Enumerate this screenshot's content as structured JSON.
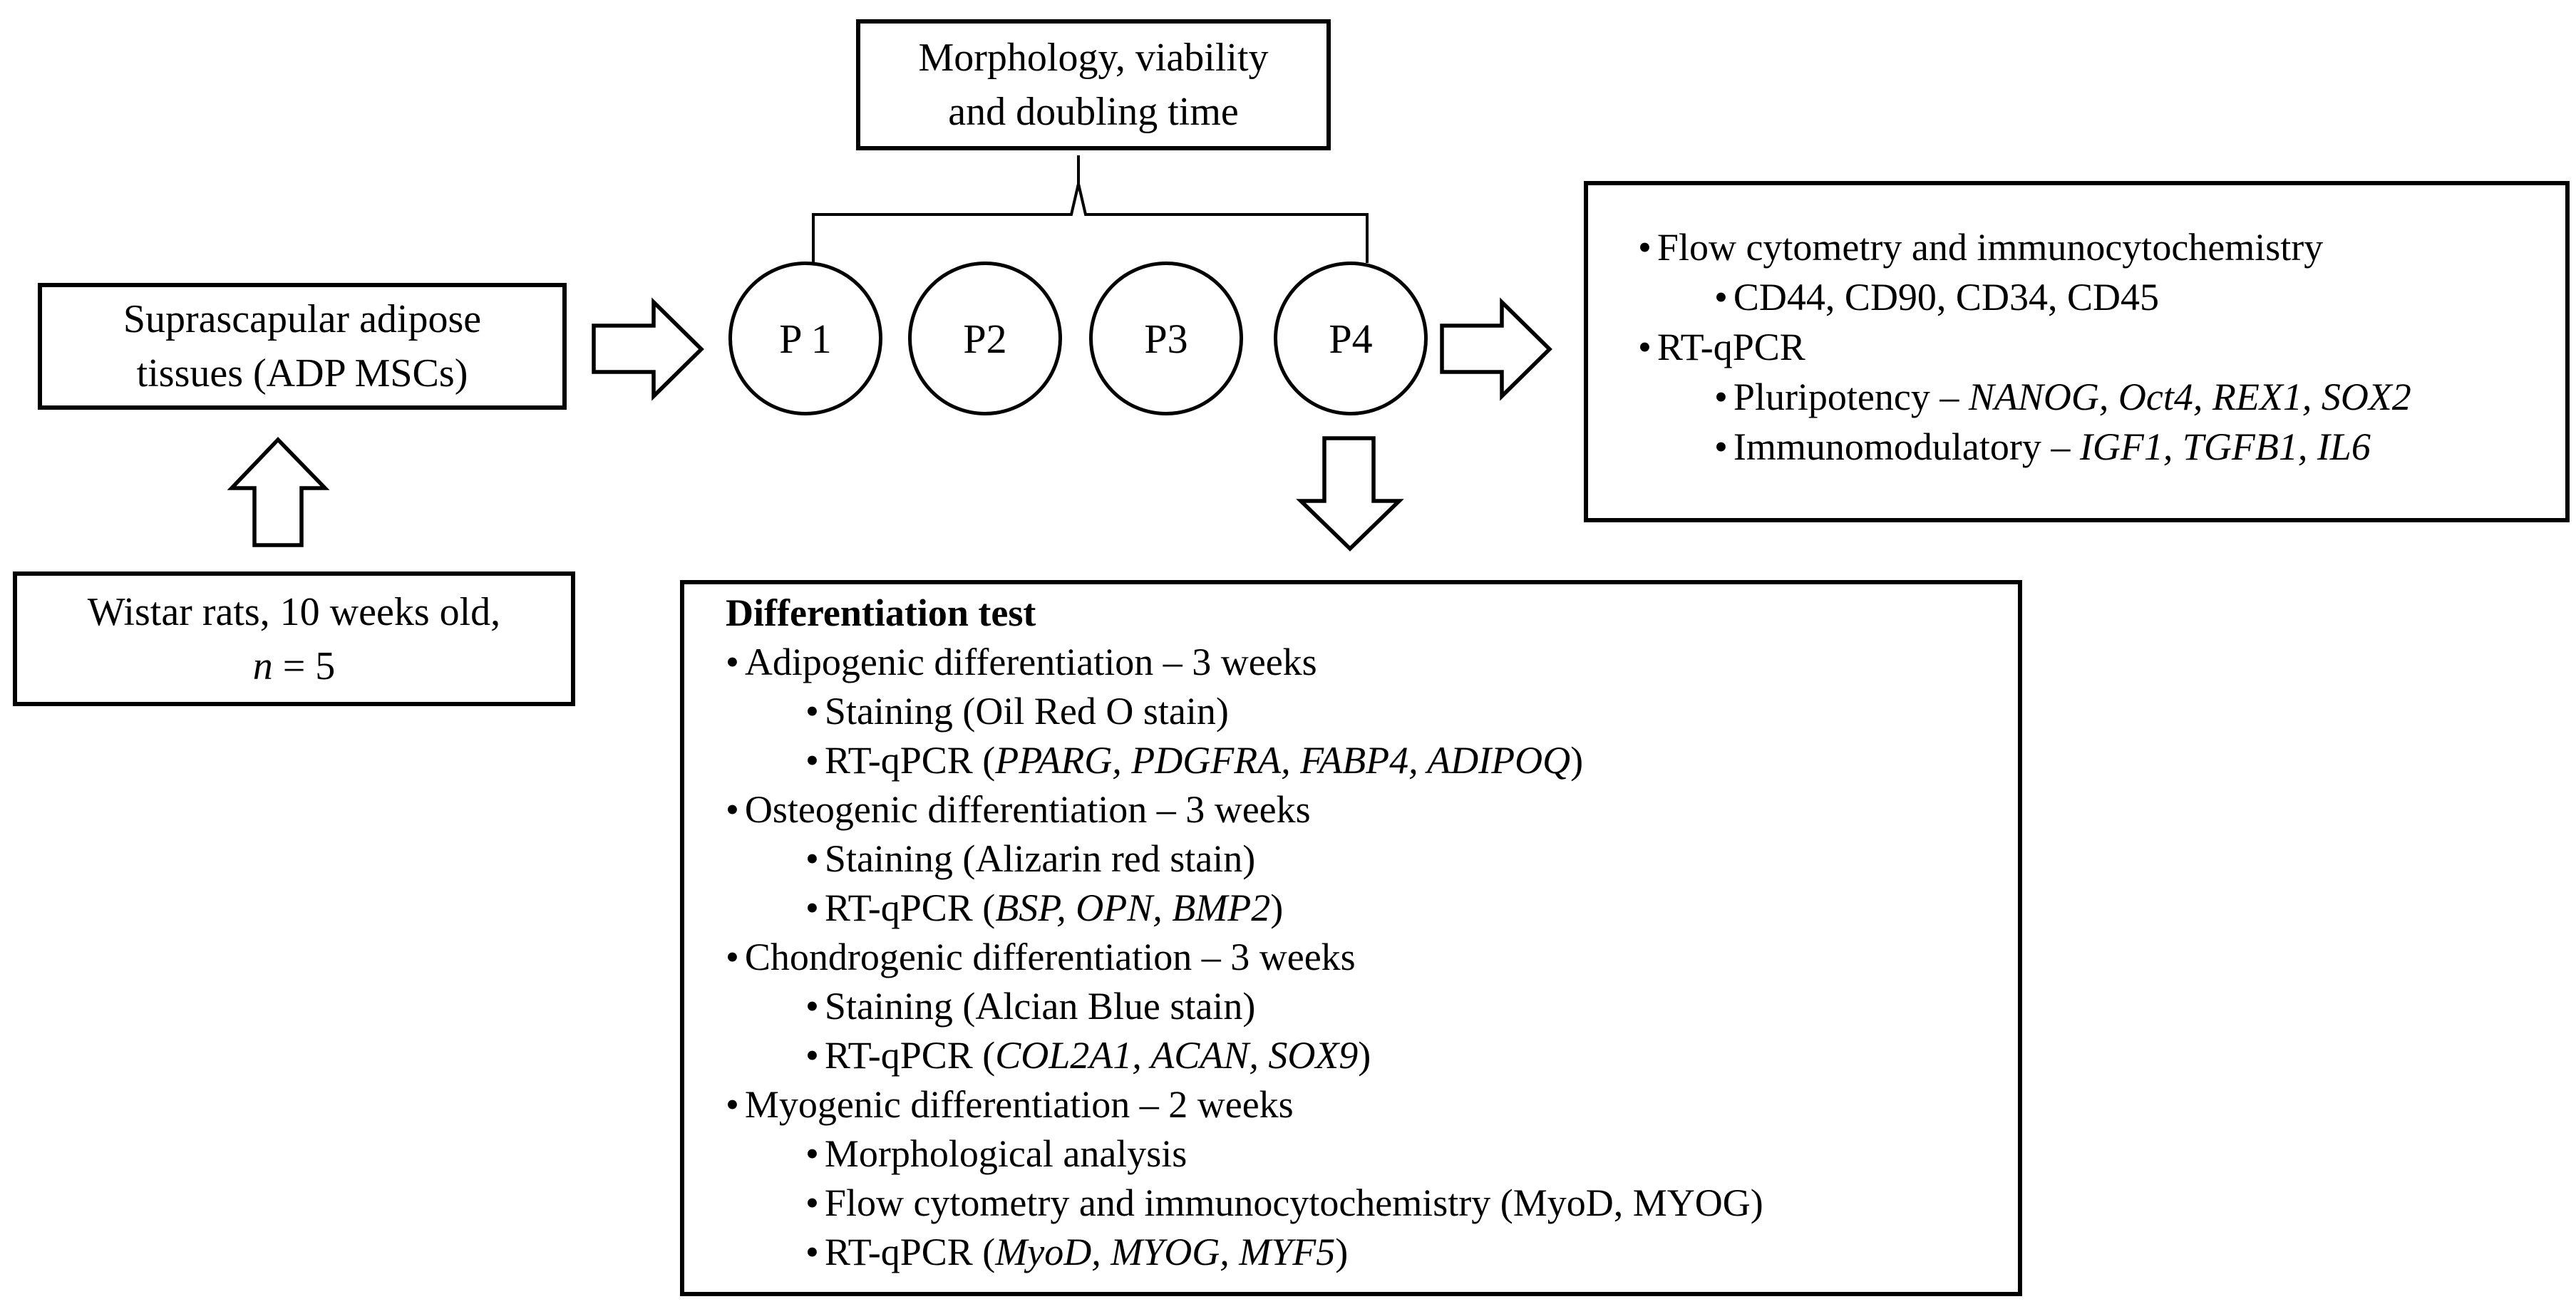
{
  "colors": {
    "ink": "#000000",
    "background": "#ffffff"
  },
  "connectors": {
    "brace": "horizontal-curly-brace",
    "up_arrow": "hollow-up-arrow",
    "right_arrow_1": "hollow-right-arrow",
    "right_arrow_2": "hollow-right-arrow",
    "down_arrow": "hollow-down-arrow"
  },
  "passages": [
    "P 1",
    "P2",
    "P3",
    "P4"
  ],
  "morphology_box": {
    "lines": [
      {
        "indent": 0,
        "bullet": false,
        "segments": [
          {
            "t": "Morphology, viability"
          }
        ]
      },
      {
        "indent": 0,
        "bullet": false,
        "segments": [
          {
            "t": "and doubling time"
          }
        ]
      }
    ]
  },
  "adipose_box": {
    "lines": [
      {
        "indent": 0,
        "bullet": false,
        "segments": [
          {
            "t": "Suprascapular adipose"
          }
        ]
      },
      {
        "indent": 0,
        "bullet": false,
        "segments": [
          {
            "t": "tissues (ADP MSCs)"
          }
        ]
      }
    ]
  },
  "wistar_box": {
    "lines": [
      {
        "indent": 0,
        "bullet": false,
        "segments": [
          {
            "t": "Wistar rats, 10 weeks old,"
          }
        ]
      },
      {
        "indent": 0,
        "bullet": false,
        "segments": [
          {
            "t": "n",
            "i": true
          },
          {
            "t": " = 5"
          }
        ]
      }
    ]
  },
  "characterization_box": {
    "lines": [
      {
        "indent": 1,
        "bullet": true,
        "segments": [
          {
            "t": "Flow cytometry and immunocytochemistry"
          }
        ]
      },
      {
        "indent": 2,
        "bullet": true,
        "segments": [
          {
            "t": "CD44, CD90, CD34, CD45"
          }
        ]
      },
      {
        "indent": 1,
        "bullet": true,
        "segments": [
          {
            "t": "RT-qPCR"
          }
        ]
      },
      {
        "indent": 2,
        "bullet": true,
        "segments": [
          {
            "t": "Pluripotency – "
          },
          {
            "t": "NANOG, Oct4, REX1, SOX2",
            "i": true
          }
        ]
      },
      {
        "indent": 2,
        "bullet": true,
        "segments": [
          {
            "t": "Immunomodulatory – "
          },
          {
            "t": "IGF1, TGFB1, IL6",
            "i": true
          }
        ]
      }
    ]
  },
  "differentiation_box": {
    "lines": [
      {
        "indent": 0,
        "bullet": false,
        "segments": [
          {
            "t": "Differentiation test",
            "b": true
          }
        ]
      },
      {
        "indent": 1,
        "bullet": true,
        "segments": [
          {
            "t": "Adipogenic differentiation – 3 weeks"
          }
        ]
      },
      {
        "indent": 2,
        "bullet": true,
        "segments": [
          {
            "t": "Staining (Oil Red O stain)"
          }
        ]
      },
      {
        "indent": 2,
        "bullet": true,
        "segments": [
          {
            "t": "RT-qPCR ("
          },
          {
            "t": "PPARG, PDGFRA, FABP4, ADIPOQ",
            "i": true
          },
          {
            "t": ")"
          }
        ]
      },
      {
        "indent": 1,
        "bullet": true,
        "segments": [
          {
            "t": "Osteogenic differentiation – 3 weeks"
          }
        ]
      },
      {
        "indent": 2,
        "bullet": true,
        "segments": [
          {
            "t": "Staining (Alizarin red stain)"
          }
        ]
      },
      {
        "indent": 2,
        "bullet": true,
        "segments": [
          {
            "t": "RT-qPCR ("
          },
          {
            "t": "BSP, OPN, BMP2",
            "i": true
          },
          {
            "t": ")"
          }
        ]
      },
      {
        "indent": 1,
        "bullet": true,
        "segments": [
          {
            "t": "Chondrogenic differentiation – 3 weeks"
          }
        ]
      },
      {
        "indent": 2,
        "bullet": true,
        "segments": [
          {
            "t": "Staining (Alcian Blue stain)"
          }
        ]
      },
      {
        "indent": 2,
        "bullet": true,
        "segments": [
          {
            "t": "RT-qPCR ("
          },
          {
            "t": "COL2A1, ACAN, SOX9",
            "i": true
          },
          {
            "t": ")"
          }
        ]
      },
      {
        "indent": 1,
        "bullet": true,
        "segments": [
          {
            "t": "Myogenic differentiation – 2 weeks"
          }
        ]
      },
      {
        "indent": 2,
        "bullet": true,
        "segments": [
          {
            "t": "Morphological analysis"
          }
        ]
      },
      {
        "indent": 2,
        "bullet": true,
        "segments": [
          {
            "t": "Flow cytometry and immunocytochemistry (MyoD, MYOG)"
          }
        ]
      },
      {
        "indent": 2,
        "bullet": true,
        "segments": [
          {
            "t": "RT-qPCR ("
          },
          {
            "t": "MyoD, MYOG, MYF5",
            "i": true
          },
          {
            "t": ")"
          }
        ]
      }
    ]
  }
}
